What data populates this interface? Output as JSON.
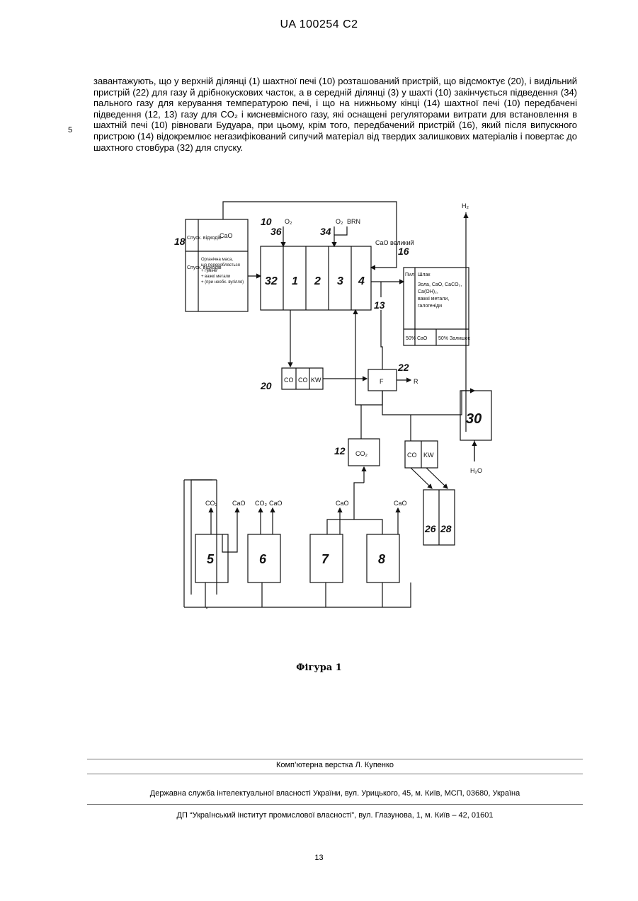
{
  "header": {
    "patent_number": "UA   100254   C2"
  },
  "body": {
    "line_number": "5",
    "paragraph": "завантажують, що у верхній ділянці (1) шахтної печі (10) розташований пристрій, що відсмоктує (20), і видільний пристрій (22) для газу й дрібнокускових часток, а в середній ділянці (3) у шахті (10) закінчується підведення (34) пального газу для керування температурою печі, і що на нижньому кінці (14) шахтної печі (10) передбачені підведення (12, 13) газу для CO₂ і кисневмісного газу, які оснащені регуляторами витрати для встановлення в шахтній печі (10) рівноваги Будуара, при цьому, крім того, передбачений пристрій (16), який після випускного пристрою (14) відокремлює негазифікований сипучий матеріал від твердих залишкових матеріалів і повертає до шахтного стовбура (32) для спуску."
  },
  "figure": {
    "caption": "Фігура 1",
    "refs": {
      "r10": "10",
      "r18": "18",
      "r36": "36",
      "r34": "34",
      "r16": "16",
      "r13": "13",
      "r20": "20",
      "r22": "22",
      "r12": "12",
      "r30": "30",
      "r26": "26",
      "r28": "28"
    },
    "furnace_sections": [
      "32",
      "1",
      "2",
      "3",
      "4"
    ],
    "labels": {
      "o2_a": "O₂",
      "o2_b": "O₂",
      "brn": "BRN",
      "cao_excess": "CaO великий",
      "h2": "H₂",
      "h2o": "H₂O",
      "r_out": "R",
      "filter": "F",
      "waste_a": "Спуск. відходів",
      "waste_b": "Спуск. відходів",
      "cao_box": "CaO",
      "organics_1": "Органічна маса,",
      "organics_2": "що переробляється",
      "organics_3": "+ гуміне",
      "organics_4": "+ важкі метали",
      "organics_5": "+ (при необх. вугілля)",
      "out_1": "Шлак",
      "out_2": "Пил",
      "out_3": "Зола, CaO, CaCO₃,",
      "out_4": "Ca(OH)₂,",
      "out_5": "важкі метали,",
      "out_6": "галогеніди",
      "out_7": "50% CaO",
      "out_8": "50% Залишок",
      "co_a": "CO",
      "co_b": "CO",
      "kw_a": "KW",
      "co2_feed": "CO₂",
      "co_c": "CO",
      "kw_b": "KW",
      "u5": "5",
      "u6": "6",
      "u7": "7",
      "u8": "8",
      "u5_co2": "CO₂",
      "u5_cao": "CaO",
      "u6_co2": "CO₂",
      "u6_cao": "CaO",
      "u7_cao": "CaO",
      "u8_cao": "CaO"
    }
  },
  "footer": {
    "layout": "Комп’ютерна верстка Л. Купенко",
    "service": "Державна служба інтелектуальної власності України, вул. Урицького, 45, м. Київ, МСП, 03680, Україна",
    "institute": "ДП “Український інститут промислової власності”, вул. Глазунова, 1, м. Київ – 42, 01601",
    "page": "13"
  }
}
